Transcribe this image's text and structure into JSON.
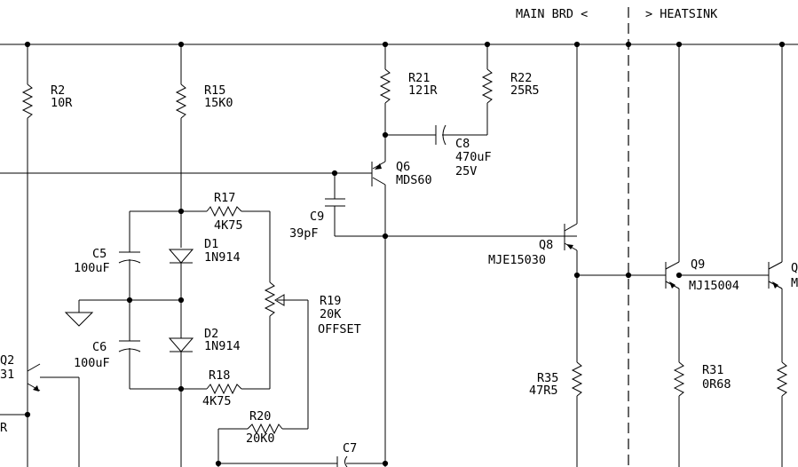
{
  "header": {
    "left_label": "MAIN BRD <",
    "right_label": "> HEATSINK"
  },
  "components": {
    "R2": {
      "ref": "R2",
      "value": "10R"
    },
    "R15": {
      "ref": "R15",
      "value": "15K0"
    },
    "R21": {
      "ref": "R21",
      "value": "121R"
    },
    "R22": {
      "ref": "R22",
      "value": "25R5"
    },
    "C8": {
      "ref": "C8",
      "value": "470uF",
      "rating": "25V"
    },
    "Q6": {
      "ref": "Q6",
      "part": "MDS60"
    },
    "C9": {
      "ref": "C9",
      "value": "39pF"
    },
    "R17": {
      "ref": "R17",
      "value": "4K75"
    },
    "D1": {
      "ref": "D1",
      "part": "1N914"
    },
    "C5": {
      "ref": "C5",
      "value": "100uF"
    },
    "R19": {
      "ref": "R19",
      "value": "20K",
      "function": "OFFSET"
    },
    "D2": {
      "ref": "D2",
      "part": "1N914"
    },
    "C6": {
      "ref": "C6",
      "value": "100uF"
    },
    "R18": {
      "ref": "R18",
      "value": "4K75"
    },
    "R20": {
      "ref": "R20",
      "value": "20K0"
    },
    "C7": {
      "ref": "C7"
    },
    "Q8": {
      "ref": "Q8",
      "part": "MJE15030"
    },
    "Q9": {
      "ref": "Q9",
      "part": "MJ15004"
    },
    "R35": {
      "ref": "R35",
      "value": "47R5"
    },
    "R31": {
      "ref": "R31",
      "value": "0R68"
    },
    "Q2": {
      "ref": "Q2",
      "part_fragment": "31"
    },
    "R_left": {
      "fragment": "R"
    },
    "Q_right": {
      "ref_fragment": "Q",
      "part_fragment": "M"
    }
  }
}
